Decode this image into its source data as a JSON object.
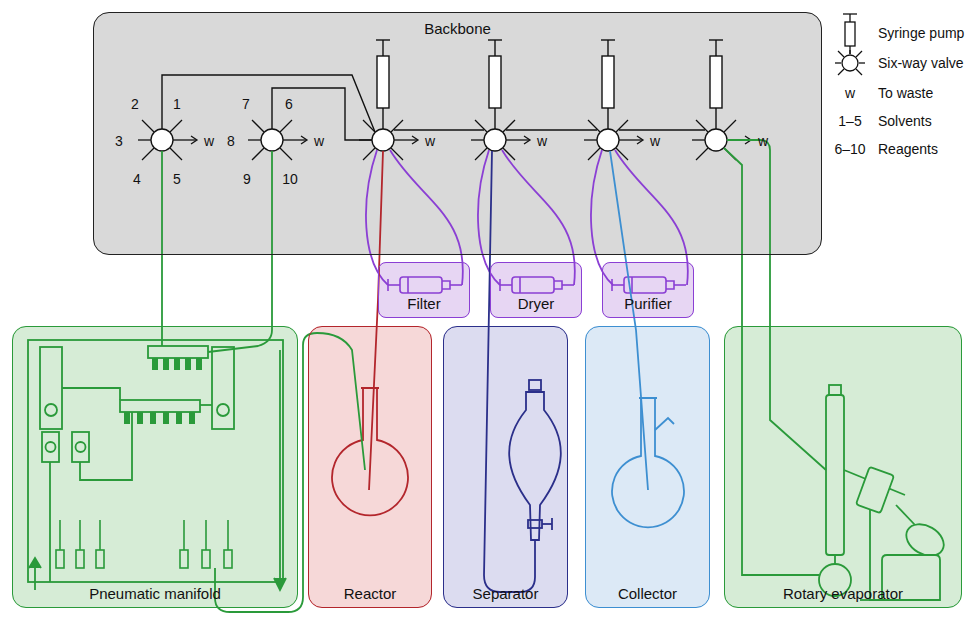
{
  "diagram": {
    "nodes": [
      {
        "text": [
          "Backbone"
        ]
      },
      {
        "text": [
          "Filter"
        ]
      },
      {
        "text": [
          "Dryer"
        ]
      },
      {
        "text": [
          "Purifier"
        ]
      },
      {
        "text": [
          "Pneumatic manifold"
        ]
      },
      {
        "text": [
          "Reactor"
        ]
      },
      {
        "text": [
          "Separator"
        ]
      },
      {
        "text": [
          "Collector"
        ]
      },
      {
        "text": [
          "Rotary evaporator"
        ]
      }
    ],
    "edges": [
      {
        "from": 0,
        "to": 1,
        "arrow": "none"
      },
      {
        "from": 0,
        "to": 2,
        "arrow": "none"
      },
      {
        "from": 0,
        "to": 3,
        "arrow": "none"
      },
      {
        "from": 0,
        "to": 5,
        "arrow": "none"
      },
      {
        "from": 0,
        "to": 6,
        "arrow": "none"
      },
      {
        "from": 0,
        "to": 7,
        "arrow": "none"
      },
      {
        "from": 0,
        "to": 8,
        "arrow": "none"
      },
      {
        "from": 0,
        "to": 4,
        "arrow": "none"
      },
      {
        "from": 0,
        "to": 4,
        "arrow": "none"
      },
      {
        "from": 4,
        "to": 5,
        "arrow": "none"
      }
    ],
    "labels": [
      "1",
      "2",
      "3",
      "4",
      "5",
      "6",
      "7",
      "8",
      "9",
      "10",
      "w",
      "w",
      "w",
      "w",
      "w",
      "w",
      "w",
      "1–5",
      "6–10"
    ],
    "legend": [
      {
        "text": "Syringe pump"
      },
      {
        "text": "Six-way valve"
      },
      {
        "text": "To waste"
      },
      {
        "text": "Solvents"
      },
      {
        "text": "Reagents"
      }
    ]
  }
}
